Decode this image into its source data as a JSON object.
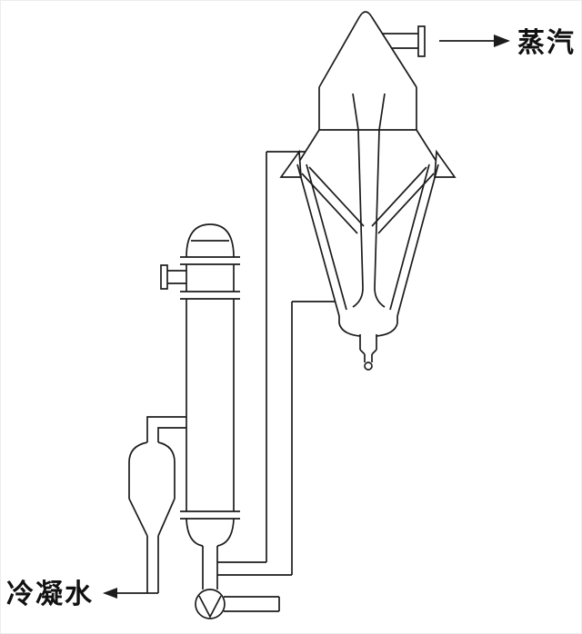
{
  "labels": {
    "steam": "蒸汽",
    "condensate": "冷凝水"
  },
  "colors": {
    "line": "#1c1c1c",
    "text": "#111111",
    "background": "#ffffff"
  },
  "icons": {
    "steam_arrow": "right-arrow-icon",
    "condensate_arrow": "left-arrow-icon"
  },
  "components": {
    "separator": "evaporator-separator-vessel",
    "heater": "heater-column",
    "receiver": "condensate-receiver",
    "pump": "circulation-pump",
    "piping": "circulation-piping"
  }
}
